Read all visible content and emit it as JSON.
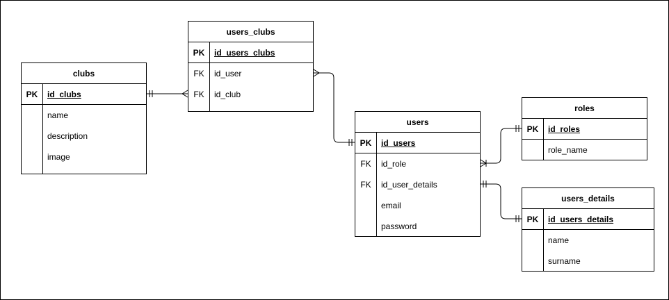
{
  "entities": {
    "clubs": {
      "name": "clubs",
      "pk": {
        "key": "PK",
        "column": "id_clubs"
      },
      "fields": [
        {
          "key": "",
          "column": "name"
        },
        {
          "key": "",
          "column": "description"
        },
        {
          "key": "",
          "column": "image"
        }
      ]
    },
    "users_clubs": {
      "name": "users_clubs",
      "pk": {
        "key": "PK",
        "column": "id_users_clubs"
      },
      "fields": [
        {
          "key": "FK",
          "column": "id_user"
        },
        {
          "key": "FK",
          "column": "id_club"
        }
      ]
    },
    "users": {
      "name": "users",
      "pk": {
        "key": "PK",
        "column": "id_users"
      },
      "fields": [
        {
          "key": "FK",
          "column": "id_role"
        },
        {
          "key": "FK",
          "column": "id_user_details"
        },
        {
          "key": "",
          "column": "email"
        },
        {
          "key": "",
          "column": "password"
        }
      ]
    },
    "roles": {
      "name": "roles",
      "pk": {
        "key": "PK",
        "column": "id_roles"
      },
      "fields": [
        {
          "key": "",
          "column": "role_name"
        }
      ]
    },
    "users_details": {
      "name": "users_details",
      "pk": {
        "key": "PK",
        "column": "id_users_details"
      },
      "fields": [
        {
          "key": "",
          "column": "name"
        },
        {
          "key": "",
          "column": "surname"
        }
      ]
    }
  },
  "relationships": [
    {
      "from": "clubs.id_clubs",
      "from_cardinality": "one-and-only-one",
      "to": "users_clubs.id_club",
      "to_cardinality": "many"
    },
    {
      "from": "users_clubs.id_user",
      "from_cardinality": "many",
      "to": "users.id_users",
      "to_cardinality": "one-and-only-one"
    },
    {
      "from": "users.id_role",
      "from_cardinality": "one-or-many",
      "to": "roles.id_roles",
      "to_cardinality": "one-and-only-one"
    },
    {
      "from": "users.id_user_details",
      "from_cardinality": "one-and-only-one",
      "to": "users_details.id_users_details",
      "to_cardinality": "one-and-only-one"
    }
  ]
}
